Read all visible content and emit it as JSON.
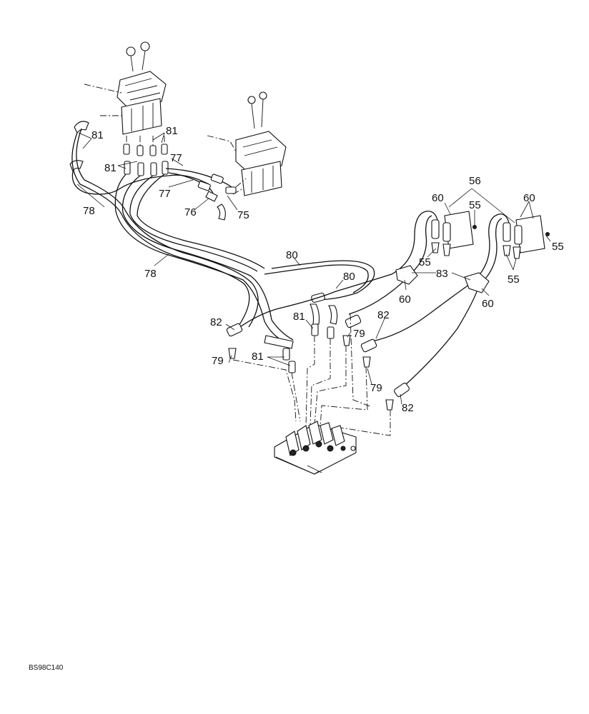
{
  "callouts": {
    "c81a": "81",
    "c81b": "81",
    "c81c": "81",
    "c81d": "81",
    "c77a": "77",
    "c77b": "77",
    "c76": "76",
    "c75": "75",
    "c78a": "78",
    "c78b": "78",
    "c56": "56",
    "c60a": "60",
    "c60b": "60",
    "c60c": "60",
    "c60d": "60",
    "c55a": "55",
    "c55b": "55",
    "c55c": "55",
    "c55d": "55",
    "c80a": "80",
    "c80b": "80",
    "c83": "83",
    "c82a": "82",
    "c82b": "82",
    "c82c": "82",
    "c79a": "79",
    "c79b": "79",
    "c79c": "79"
  },
  "drawing_code": "BS98C140"
}
